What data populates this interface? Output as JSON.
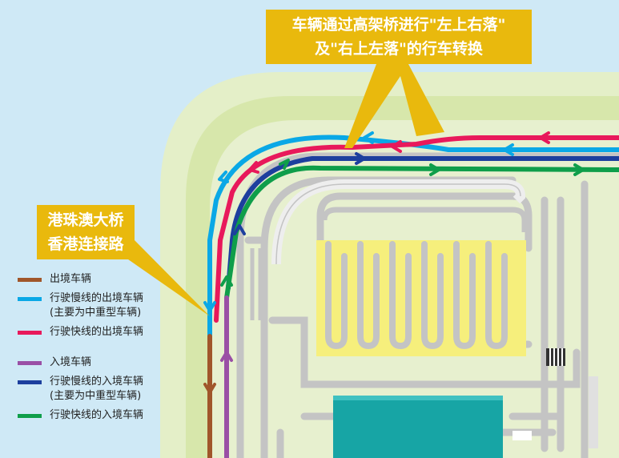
{
  "callout_top": {
    "line1": "车辆通过高架桥进行\"左上右落\"",
    "line2": "及\"右上左落\"的行车转换"
  },
  "callout_left": {
    "line1": "港珠澳大桥",
    "line2": "香港连接路"
  },
  "legend": {
    "outbound": {
      "label": "出境车辆",
      "color": "#a0562a"
    },
    "outbound_slow": {
      "label": "行驶慢线的出境车辆",
      "sub": "(主要为中重型车辆)",
      "color": "#0aa8e6"
    },
    "outbound_fast": {
      "label": "行驶快线的出境车辆",
      "color": "#e8195b"
    },
    "inbound": {
      "label": "入境车辆",
      "color": "#9a4fa5"
    },
    "inbound_slow": {
      "label": "行驶慢线的入境车辆",
      "sub": "(主要为中重型车辆)",
      "color": "#1d3f9e"
    },
    "inbound_fast": {
      "label": "行驶快线的入境车辆",
      "color": "#0f9e4a"
    }
  },
  "colors": {
    "sea": "#cfe9f6",
    "land_outer": "#e4efc8",
    "land_inner": "#d6e6a6",
    "road": "#c9c9c9",
    "zone_yellow": "#f6ef7c",
    "building_teal": "#17a5a5"
  }
}
